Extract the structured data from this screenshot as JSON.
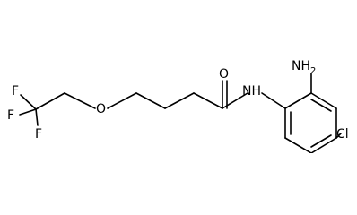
{
  "molecule": {
    "labels": {
      "nh2": "NH",
      "nh2_sub": "2",
      "amide_nh": "NH",
      "carbonyl_o": "O",
      "chlorine": "Cl",
      "ether_o": "O",
      "fluorine_1": "F",
      "fluorine_2": "F",
      "fluorine_3": "F"
    }
  }
}
